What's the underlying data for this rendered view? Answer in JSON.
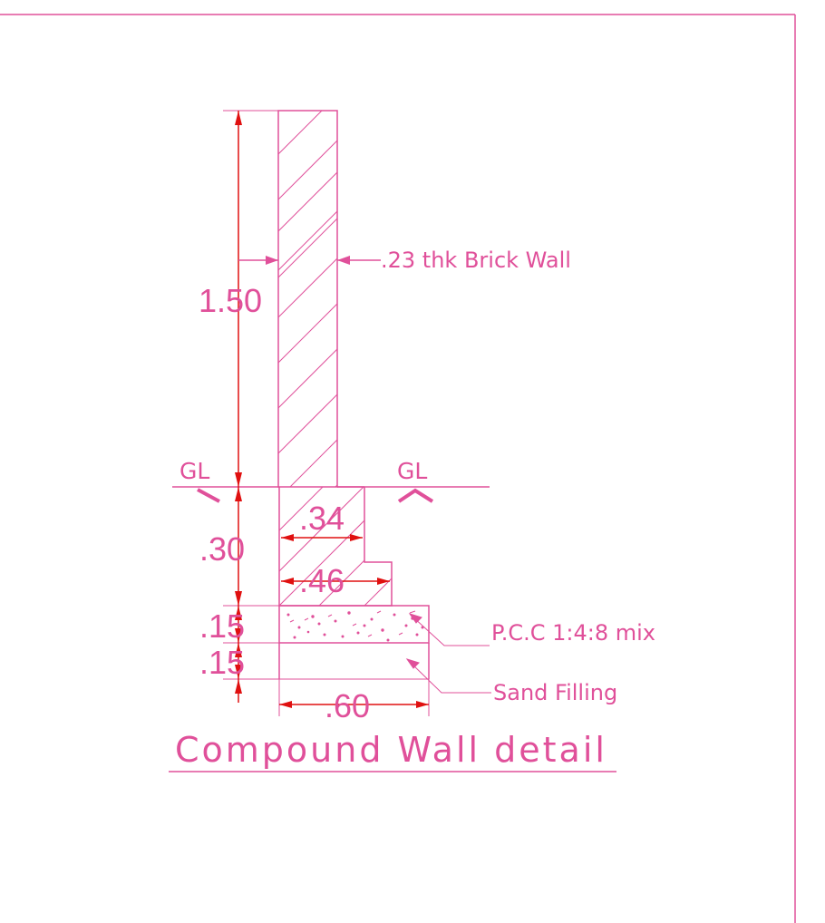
{
  "title": "Compound Wall detail",
  "labels": {
    "brick_wall": ".23 thk Brick Wall",
    "pcc": "P.C.C 1:4:8 mix",
    "sand": "Sand Filling",
    "gl_left": "GL",
    "gl_right": "GL"
  },
  "dimensions": {
    "wall_height": "1.50",
    "below_gl_depth": ".30",
    "pcc_thickness": ".15",
    "sand_thickness": ".15",
    "footing_step_upper": ".34",
    "footing_step_lower": ".46",
    "base_width": ".60"
  },
  "colors": {
    "line": "#e0509a",
    "dimension_arrow": "#e01010",
    "background": "#ffffff"
  }
}
